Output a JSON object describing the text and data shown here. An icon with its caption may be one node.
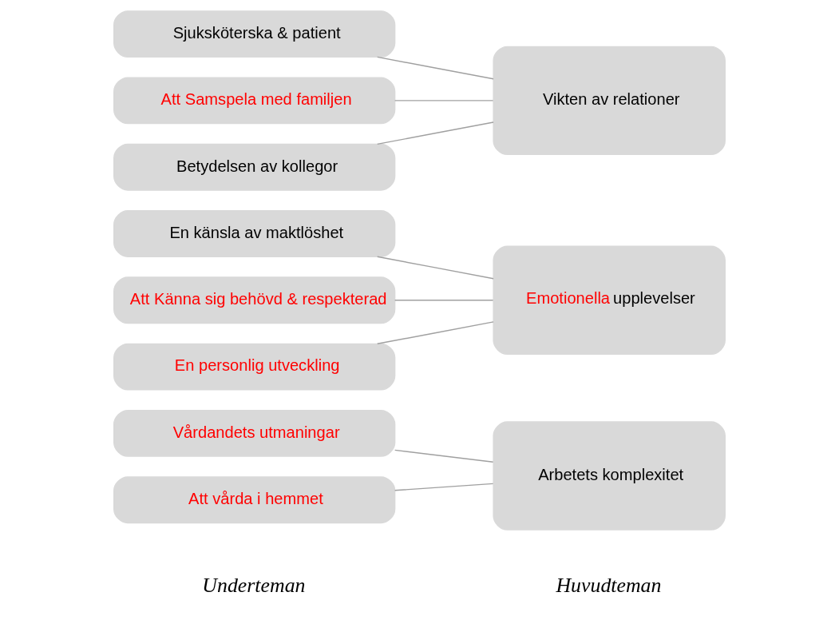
{
  "diagram": {
    "nodes": [
      {
        "text": [
          "Vårdandets utmaningar"
        ]
      },
      {
        "text": [
          "Att vårda i hemmet"
        ]
      },
      {
        "text": [
          "Arbetets komplexitet"
        ]
      },
      {
        "text": [
          "En känsla av maktlöshet"
        ]
      },
      {
        "text": [
          "Att Känna sig behövd & respekterad"
        ]
      },
      {
        "text": [
          "En personlig utveckling"
        ]
      },
      {
        "text": [
          "Emotionella upplevelser"
        ]
      },
      {
        "text": [
          "Sjuksköterska & patient"
        ]
      },
      {
        "text": [
          "Att Samspela med familjen"
        ]
      },
      {
        "text": [
          "Betydelsen av kollegor"
        ]
      },
      {
        "text": [
          "Vikten av relationer"
        ]
      }
    ],
    "edges": [
      {
        "from": 0,
        "to": 2,
        "arrow": "none"
      },
      {
        "from": 1,
        "to": 2,
        "arrow": "none"
      },
      {
        "from": 3,
        "to": 6,
        "arrow": "none"
      },
      {
        "from": 4,
        "to": 6,
        "arrow": "none"
      },
      {
        "from": 5,
        "to": 6,
        "arrow": "none"
      },
      {
        "from": 7,
        "to": 10,
        "arrow": "none"
      },
      {
        "from": 8,
        "to": 10,
        "arrow": "none"
      },
      {
        "from": 9,
        "to": 10,
        "arrow": "none"
      }
    ],
    "labels": [
      "Underteman",
      "Huvudteman"
    ]
  }
}
